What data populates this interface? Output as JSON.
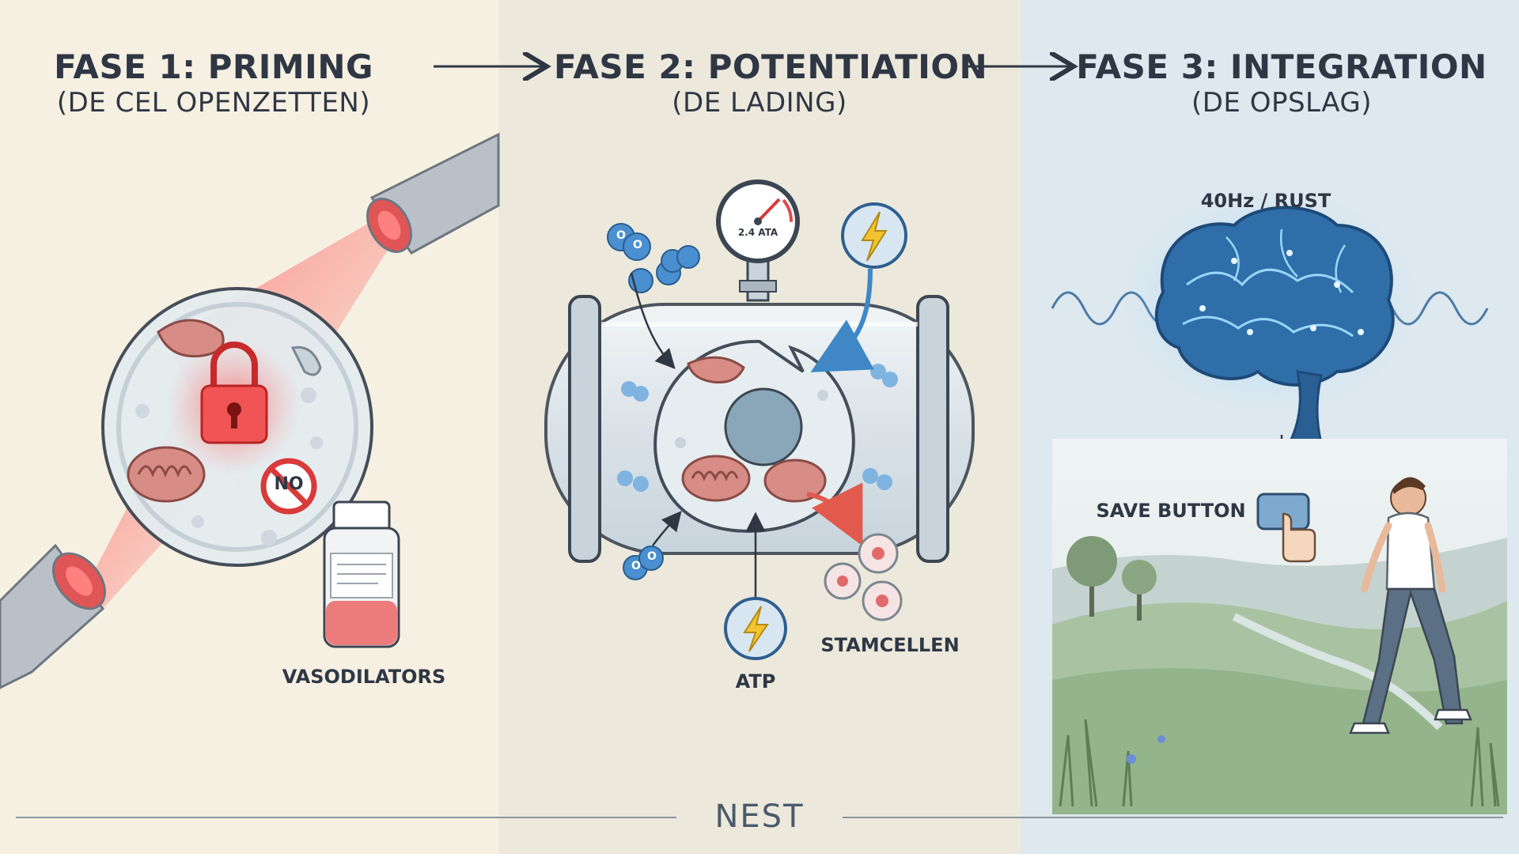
{
  "phases": [
    {
      "title": "FASE 1: PRIMING",
      "subtitle": "(DE CEL OPENZETTEN)"
    },
    {
      "title": "FASE 2: POTENTIATION",
      "subtitle": "(DE LADING)"
    },
    {
      "title": "FASE 3: INTEGRATION",
      "subtitle": "(DE OPSLAG)"
    }
  ],
  "labels": {
    "vasodilators": "VASODILATORS",
    "no_badge": "NO",
    "gauge": "2.4 ATA",
    "atp": "ATP",
    "stamcellen": "STAMCELLEN",
    "hz_rest": "40Hz / RUST",
    "save_button": "SAVE BUTTON",
    "oxygen": "O"
  },
  "brand": "NEST",
  "colors": {
    "panel1_bg": "#f6f0e2",
    "panel2_bg": "#ece9dc",
    "panel3_bg": "#dde8ef",
    "red_accent": "#e23b3b",
    "blue_accent": "#3f88c5",
    "text": "#2f3744"
  }
}
